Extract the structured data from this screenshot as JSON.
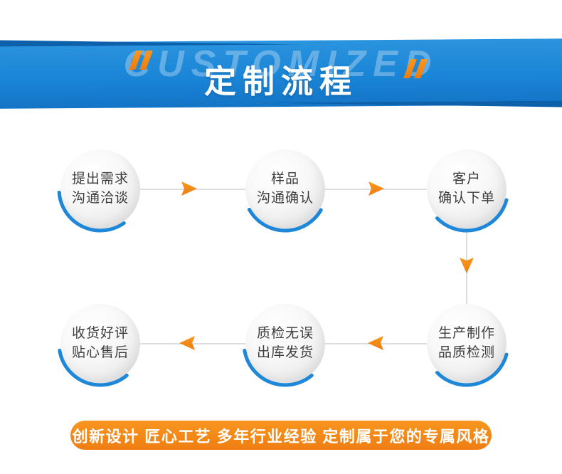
{
  "header": {
    "watermark": "CUSTOMIZED",
    "title": "定制流程",
    "banner_color": "#1a85d6",
    "fold_color": "#0d61ab",
    "accent_color": "#f0861c"
  },
  "steps": [
    {
      "order": 1,
      "lines": [
        "提出需求",
        "沟通洽谈"
      ]
    },
    {
      "order": 2,
      "lines": [
        "样品",
        "沟通确认"
      ]
    },
    {
      "order": 3,
      "lines": [
        "客户",
        "确认下单"
      ]
    },
    {
      "order": 4,
      "lines": [
        "生产制作",
        "品质检测"
      ]
    },
    {
      "order": 5,
      "lines": [
        "质检无误",
        "出库发货"
      ]
    },
    {
      "order": 6,
      "lines": [
        "收货好评",
        "贴心售后"
      ]
    }
  ],
  "flow": {
    "arc_color": "#1e87d8",
    "arrow_color": "#f0861c",
    "connector_color": "#dddddd"
  },
  "footer": {
    "text": "创新设计 匠心工艺 多年行业经验 定制属于您的专属风格",
    "background": "#f6871f"
  }
}
